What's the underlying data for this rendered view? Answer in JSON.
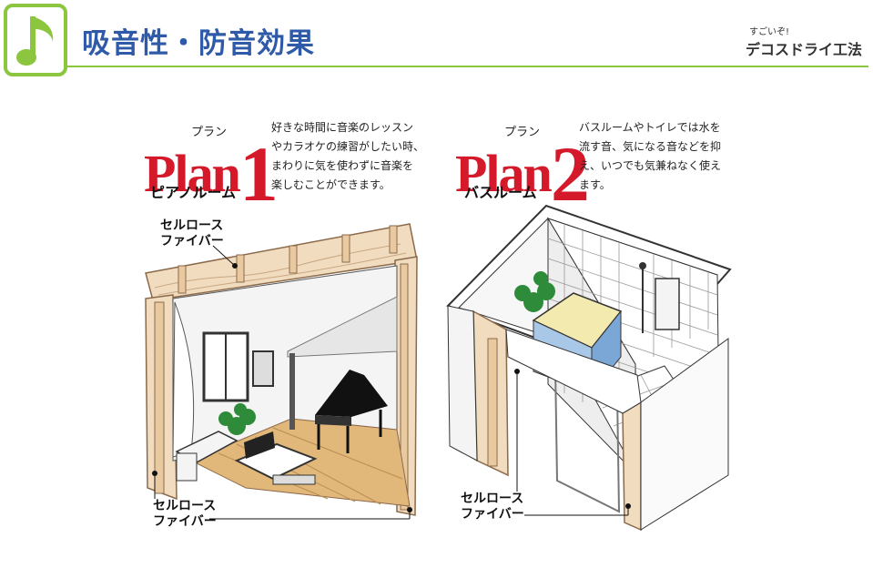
{
  "header": {
    "title": "吸音性・防音効果",
    "brand_sub": "すごいぞ!",
    "brand_main": "デコスドライ工法",
    "accent_color": "#8cc63f",
    "title_color": "#2f5aa8",
    "icon": "music-note-icon"
  },
  "plan1": {
    "ruby": "プラン",
    "word": "Plan",
    "number": "1",
    "room": "ピアノルーム",
    "description": [
      "好きな時間に音楽のレッスン",
      "やカラオケの練習がしたい時、",
      "まわりに気を使わずに音楽を",
      "楽しむことができます。"
    ],
    "callout_top": [
      "セルロース",
      "ファイバー"
    ],
    "callout_bottom": [
      "セルロース",
      "ファイバー"
    ]
  },
  "plan2": {
    "ruby": "プラン",
    "word": "Plan",
    "number": "2",
    "room": "バスルーム",
    "description": [
      "バスルームやトイレでは水を",
      "流す音、気になる音などを抑",
      "え、いつでも気兼ねなく使え",
      "ます。"
    ],
    "callout": [
      "セルロース",
      "ファイバー"
    ]
  }
}
